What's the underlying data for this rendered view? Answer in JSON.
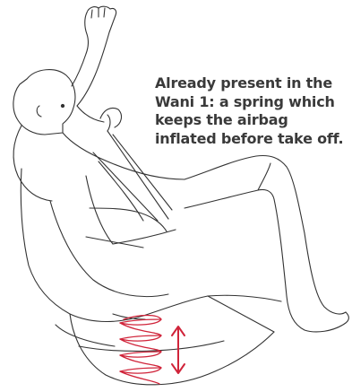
{
  "diagram": {
    "caption_lines": [
      "Already present in the",
      "Wani 1: a spring which",
      "keeps the airbag",
      "inflated before take off."
    ],
    "line_color": "#333333",
    "spring_color": "#d0243a",
    "arrow_color": "#d0243a"
  }
}
